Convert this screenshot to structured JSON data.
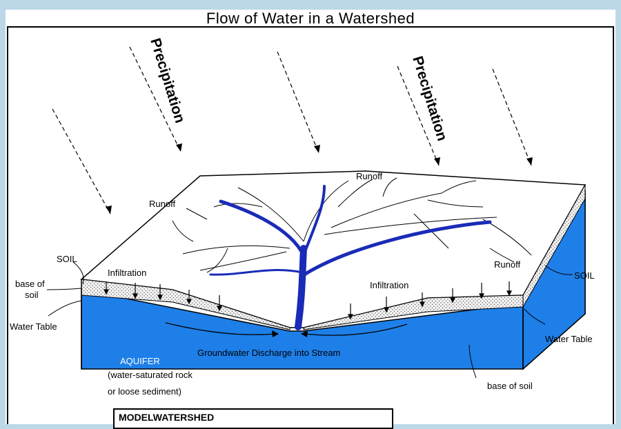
{
  "title": "Flow of Water in a Watershed",
  "labels": {
    "precipitation_left": "Precipitation",
    "precipitation_right": "Precipitation",
    "runoff_top": "Runoff",
    "runoff_left": "Runoff",
    "runoff_right": "Runoff",
    "soil_left": "SOIL",
    "soil_right": "SOIL",
    "infiltration_left": "Infiltration",
    "infiltration_right": "Infiltration",
    "base_of_soil_left_1": "base of",
    "base_of_soil_left_2": "soil",
    "base_of_soil_right": "base of soil",
    "water_table_left": "Water Table",
    "water_table_right": "Water Table",
    "groundwater": "Groundwater Discharge into Stream",
    "aquifer": "AQUIFER",
    "aquifer_desc_1": "(water-saturated rock",
    "aquifer_desc_2": "or loose sediment)"
  },
  "model_box": {
    "label": "MODELWATERSHED"
  },
  "colors": {
    "water": "#1e7fe8",
    "stream": "#1a2bb8",
    "soil": "#e6e6e6",
    "background": "#bcd8e8"
  }
}
